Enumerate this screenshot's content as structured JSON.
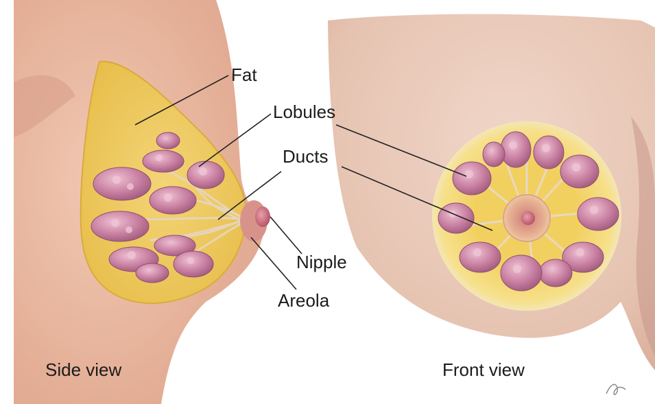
{
  "labels": {
    "fat": "Fat",
    "lobules": "Lobules",
    "ducts": "Ducts",
    "nipple": "Nipple",
    "areola": "Areola"
  },
  "views": {
    "side": "Side view",
    "front": "Front view"
  },
  "colors": {
    "skin": "#e8b8a0",
    "fat": "#f0cc5c",
    "lobule": "#c27c9c",
    "lobule_light": "#e6b2c6",
    "duct": "#e3d2b6",
    "nipple": "#cc6f7e",
    "leader_line": "#222222"
  }
}
